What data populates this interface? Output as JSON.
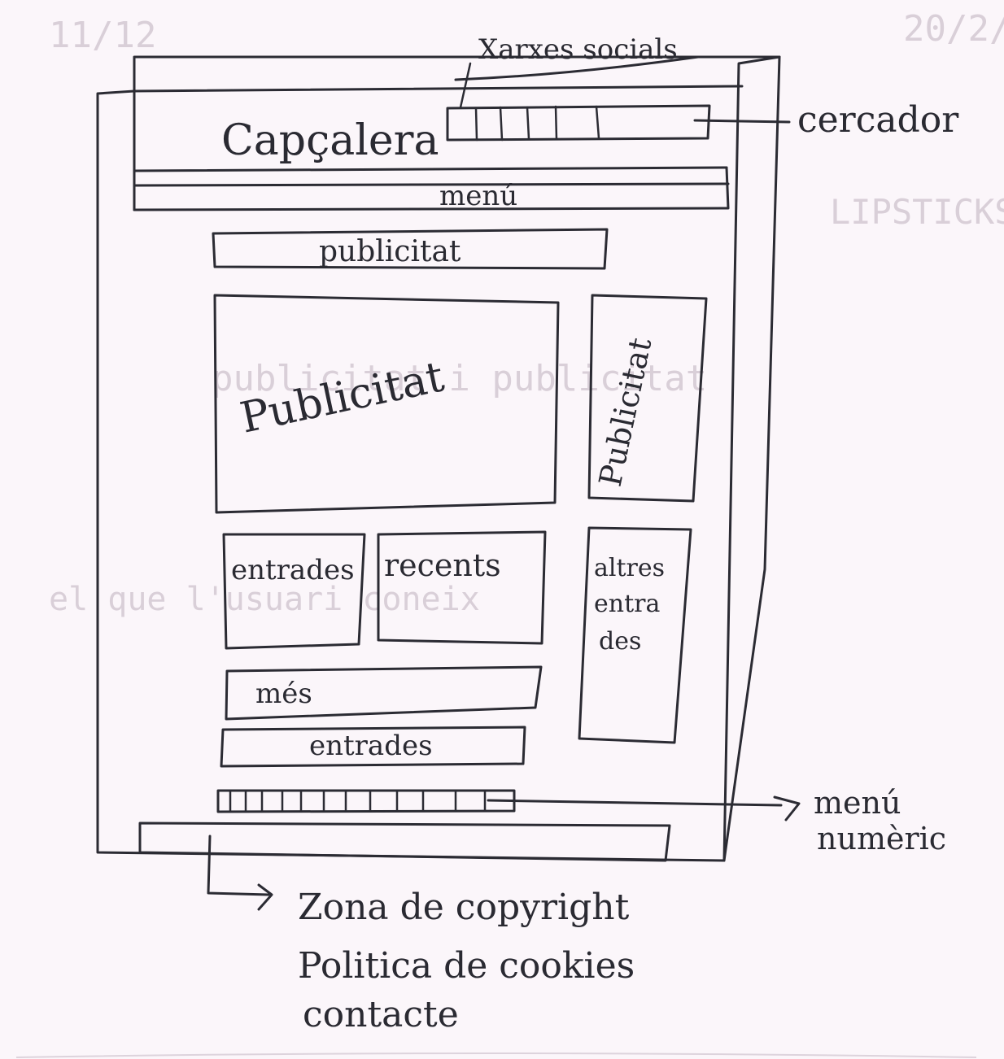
{
  "header": {
    "title": "Capçalera",
    "social_label": "Xarxes socials",
    "search_label": "cercador"
  },
  "nav": {
    "menu": "menú"
  },
  "ads": {
    "banner": "publicitat",
    "main": "Publicitat",
    "side": "Publicitat"
  },
  "posts": {
    "left": "entrades",
    "middle": "recents",
    "side_line1": "altres",
    "side_line2": "entra",
    "side_line3": "des"
  },
  "more": {
    "line1": "més",
    "line2": "entrades"
  },
  "pagination": {
    "label_line1": "menú",
    "label_line2": "numèric"
  },
  "footer": {
    "line1": "Zona de copyright",
    "line2": "Politica de cookies",
    "line3": "contacte"
  },
  "colors": {
    "paper": "#fbf6fa",
    "ink": "#2b2b33",
    "bleed": "#d9cfd8"
  }
}
